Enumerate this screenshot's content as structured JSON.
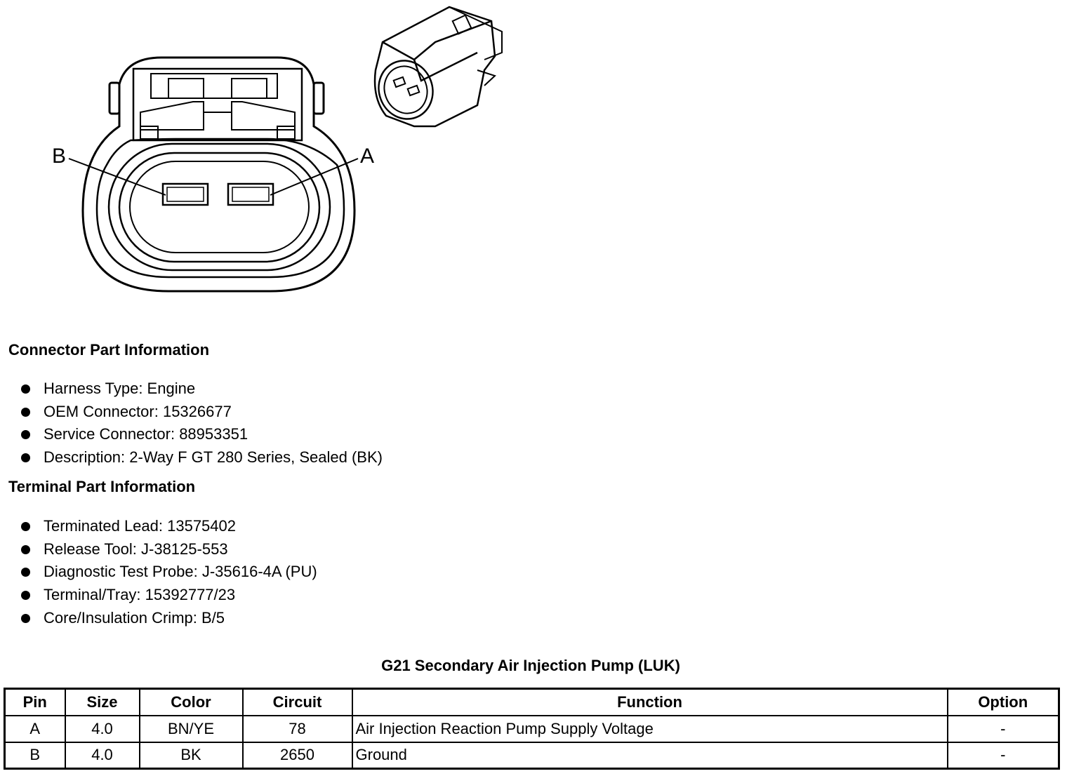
{
  "diagram": {
    "pin_label_b": "B",
    "pin_label_a": "A"
  },
  "connector_section": {
    "title": "Connector Part Information",
    "items": [
      "Harness Type: Engine",
      "OEM Connector: 15326677",
      "Service Connector: 88953351",
      "Description: 2-Way F GT 280 Series, Sealed (BK)"
    ]
  },
  "terminal_section": {
    "title": "Terminal Part Information",
    "items": [
      "Terminated Lead: 13575402",
      "Release Tool: J-38125-553",
      "Diagnostic Test Probe: J-35616-4A (PU)",
      "Terminal/Tray: 15392777/23",
      "Core/Insulation Crimp: B/5"
    ]
  },
  "table": {
    "title": "G21 Secondary Air Injection Pump (LUK)",
    "headers": [
      "Pin",
      "Size",
      "Color",
      "Circuit",
      "Function",
      "Option"
    ],
    "rows": [
      [
        "A",
        "4.0",
        "BN/YE",
        "78",
        "Air Injection Reaction Pump Supply Voltage",
        "-"
      ],
      [
        "B",
        "4.0",
        "BK",
        "2650",
        "Ground",
        "-"
      ]
    ]
  }
}
